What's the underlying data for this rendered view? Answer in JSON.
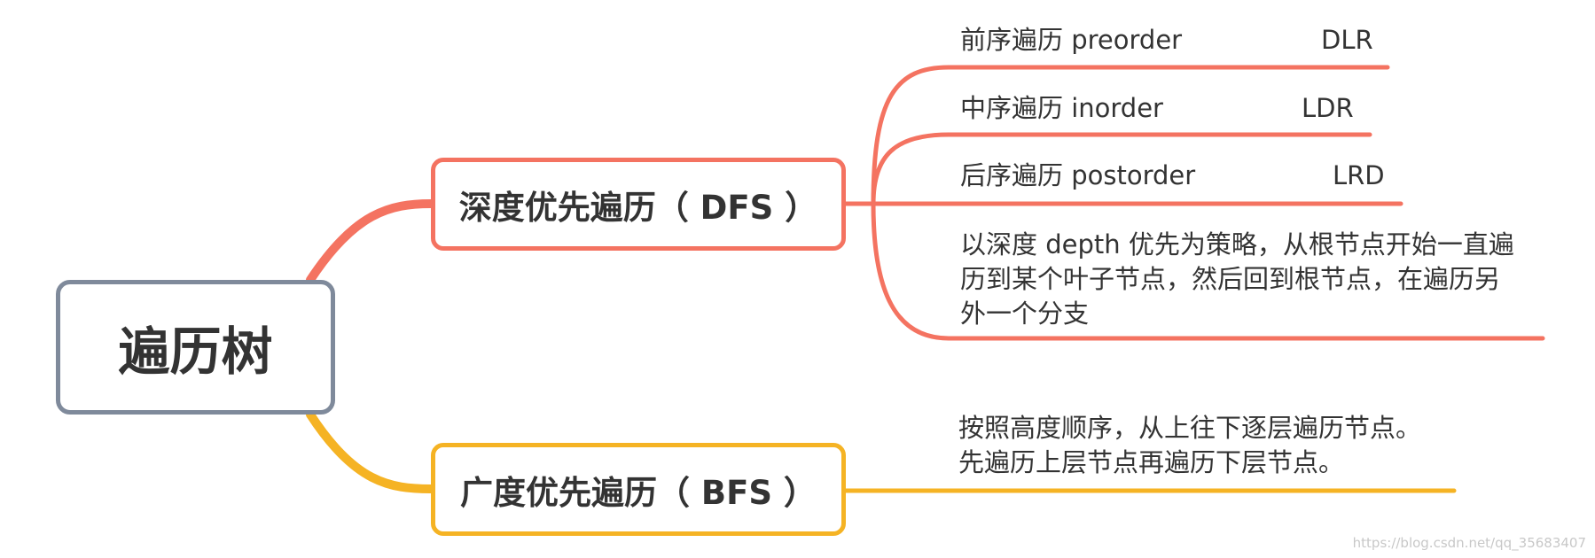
{
  "colors": {
    "root_border": "#7f8a9b",
    "dfs": "#f47361",
    "bfs": "#f5b324",
    "text": "#333333",
    "watermark": "#c8c8c8"
  },
  "root": {
    "label": "遍历树"
  },
  "dfs": {
    "label": "深度优先遍历（ DFS ）",
    "children": [
      {
        "name": "前序遍历 preorder",
        "code": "DLR"
      },
      {
        "name": "中序遍历 inorder",
        "code": "LDR"
      },
      {
        "name": "后序遍历 postorder",
        "code": "LRD"
      }
    ],
    "description": [
      "以深度 depth 优先为策略，从根节点开始一直遍",
      "历到某个叶子节点，然后回到根节点，在遍历另",
      "外一个分支"
    ]
  },
  "bfs": {
    "label": "广度优先遍历（ BFS ）",
    "description": [
      "按照高度顺序，从上往下逐层遍历节点。",
      "先遍历上层节点再遍历下层节点。"
    ]
  },
  "watermark": "https://blog.csdn.net/qq_35683407"
}
